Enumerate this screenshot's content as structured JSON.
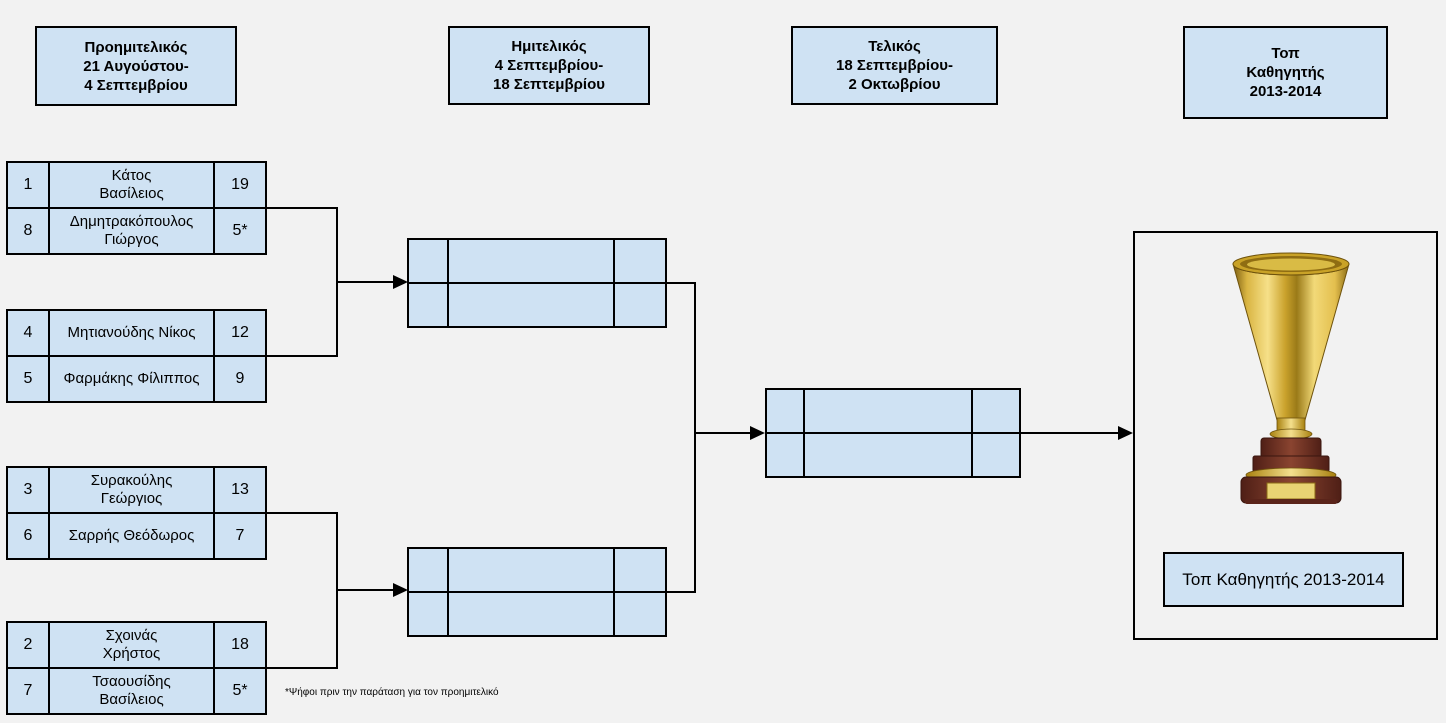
{
  "page": {
    "background_color": "#f2f2f2",
    "box_fill_color": "#cfe2f3",
    "border_color": "#000000"
  },
  "round_headers": [
    {
      "label": "Προημιτελικός\n21 Αυγούστου-\n4 Σεπτεμβρίου"
    },
    {
      "label": "Ημιτελικός\n4 Σεπτεμβρίου-\n18 Σεπτεμβρίου"
    },
    {
      "label": "Τελικός\n18 Σεπτεμβρίου-\n2 Οκτωβρίου"
    },
    {
      "label": "Τοπ\nΚαθηγητής\n2013-2014"
    }
  ],
  "quarterfinals": [
    {
      "top": {
        "seed": "1",
        "name": "Κάτος\nΒασίλειος",
        "score": "19"
      },
      "bottom": {
        "seed": "8",
        "name": "Δημητρακόπουλος\nΓιώργος",
        "score": "5*"
      }
    },
    {
      "top": {
        "seed": "4",
        "name": "Μητιανούδης Νίκος",
        "score": "12"
      },
      "bottom": {
        "seed": "5",
        "name": "Φαρμάκης Φίλιππος",
        "score": "9"
      }
    },
    {
      "top": {
        "seed": "3",
        "name": "Συρακούλης\nΓεώργιος",
        "score": "13"
      },
      "bottom": {
        "seed": "6",
        "name": "Σαρρής Θεόδωρος",
        "score": "7"
      }
    },
    {
      "top": {
        "seed": "2",
        "name": "Σχοινάς\nΧρήστος",
        "score": "18"
      },
      "bottom": {
        "seed": "7",
        "name": "Τσαουσίδης\nΒασίλειος",
        "score": "5*"
      }
    }
  ],
  "semifinals": [
    {
      "top": {
        "seed": "",
        "name": "",
        "score": ""
      },
      "bottom": {
        "seed": "",
        "name": "",
        "score": ""
      }
    },
    {
      "top": {
        "seed": "",
        "name": "",
        "score": ""
      },
      "bottom": {
        "seed": "",
        "name": "",
        "score": ""
      }
    }
  ],
  "final": {
    "top": {
      "seed": "",
      "name": "",
      "score": ""
    },
    "bottom": {
      "seed": "",
      "name": "",
      "score": ""
    }
  },
  "champion": {
    "label": "Τοπ Καθηγητής 2013-2014",
    "trophy_icon": "gold-cup-trophy",
    "trophy_colors": {
      "gold": "#e6c14b",
      "gold_dark": "#8a6a14",
      "gold_light": "#f9ea9a",
      "base_maroon": "#6e2f23"
    }
  },
  "footnote": "*Ψήφοι πριν την παράταση για τον προημιτελικό"
}
